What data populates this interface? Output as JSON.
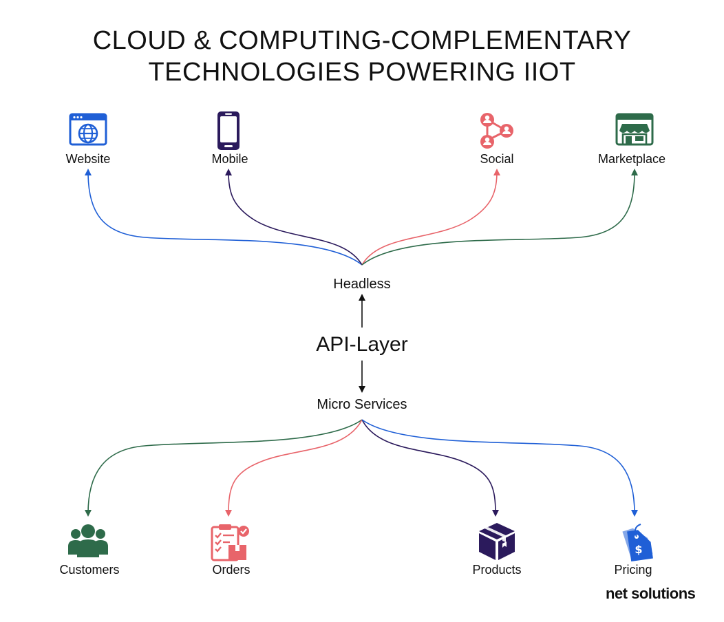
{
  "title": {
    "line1": "CLOUD & COMPUTING-COMPLEMENTARY",
    "line2": "TECHNOLOGIES POWERING IIOT"
  },
  "channels": [
    {
      "label": "Website",
      "icon": "website-globe-icon",
      "color": "#1f5fd6"
    },
    {
      "label": "Mobile",
      "icon": "mobile-phone-icon",
      "color": "#2b1a5c"
    },
    {
      "label": "Social",
      "icon": "social-network-icon",
      "color": "#e8646a"
    },
    {
      "label": "Marketplace",
      "icon": "marketplace-store-icon",
      "color": "#2e6b4a"
    }
  ],
  "center": {
    "headless": "Headless",
    "api_layer": "API-Layer",
    "micro_services": "Micro Services"
  },
  "services": [
    {
      "label": "Customers",
      "icon": "customers-group-icon",
      "color": "#2e6b4a"
    },
    {
      "label": "Orders",
      "icon": "orders-clipboard-icon",
      "color": "#e8646a"
    },
    {
      "label": "Products",
      "icon": "products-box-icon",
      "color": "#2b1a5c"
    },
    {
      "label": "Pricing",
      "icon": "pricing-tag-icon",
      "color": "#1f5fd6"
    }
  ],
  "brand": {
    "logo_text": "net solutions"
  }
}
